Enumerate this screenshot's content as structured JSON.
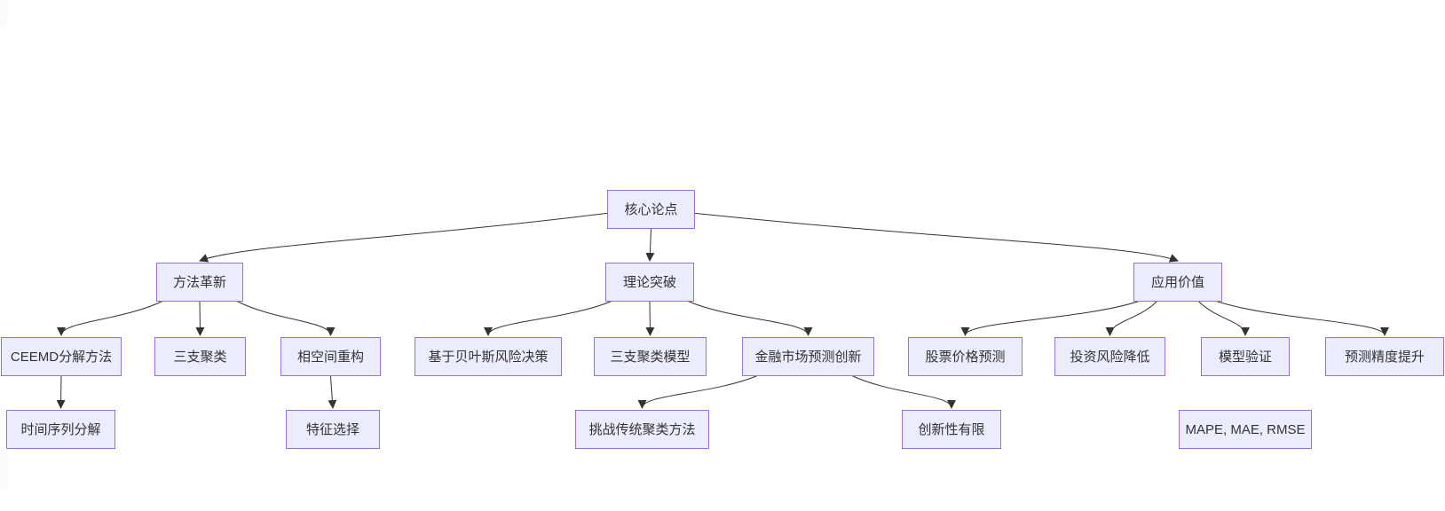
{
  "diagram": {
    "type": "flowchart-top-down",
    "root_label": "核心论点",
    "colors": {
      "node_fill": "#ECECFF",
      "node_border": "#9370DB",
      "edge": "#333333",
      "text": "#333333",
      "background": "#ffffff"
    },
    "nodes": [
      {
        "id": "root",
        "label": "核心论点",
        "level": 1
      },
      {
        "id": "method",
        "label": "方法革新",
        "level": 2
      },
      {
        "id": "theory",
        "label": "理论突破",
        "level": 2
      },
      {
        "id": "application",
        "label": "应用价值",
        "level": 2
      },
      {
        "id": "ceemd",
        "label": "CEEMD分解方法",
        "level": 3
      },
      {
        "id": "three-way",
        "label": "三支聚类",
        "level": 3
      },
      {
        "id": "phase-space",
        "label": "相空间重构",
        "level": 3
      },
      {
        "id": "bayes",
        "label": "基于贝叶斯风险决策",
        "level": 3
      },
      {
        "id": "three-way-model",
        "label": "三支聚类模型",
        "level": 3
      },
      {
        "id": "finance-innovation",
        "label": "金融市场预测创新",
        "level": 3
      },
      {
        "id": "stock",
        "label": "股票价格预测",
        "level": 3
      },
      {
        "id": "invest-risk",
        "label": "投资风险降低",
        "level": 3
      },
      {
        "id": "model-validation",
        "label": "模型验证",
        "level": 3
      },
      {
        "id": "precision",
        "label": "预测精度提升",
        "level": 3
      },
      {
        "id": "time-series",
        "label": "时间序列分解",
        "level": 4
      },
      {
        "id": "feature-selection",
        "label": "特征选择",
        "level": 4
      },
      {
        "id": "challenge",
        "label": "挑战传统聚类方法",
        "level": 4
      },
      {
        "id": "limited",
        "label": "创新性有限",
        "level": 4
      },
      {
        "id": "mape",
        "label": "MAPE, MAE, RMSE",
        "level": 4
      }
    ],
    "edges": [
      {
        "from": "root",
        "to": "method",
        "type": "swoop"
      },
      {
        "from": "root",
        "to": "theory",
        "type": "straight"
      },
      {
        "from": "root",
        "to": "application",
        "type": "swoop"
      },
      {
        "from": "method",
        "to": "ceemd",
        "type": "curve"
      },
      {
        "from": "method",
        "to": "three-way",
        "type": "straight"
      },
      {
        "from": "method",
        "to": "phase-space",
        "type": "curve"
      },
      {
        "from": "ceemd",
        "to": "time-series",
        "type": "straight"
      },
      {
        "from": "phase-space",
        "to": "feature-selection",
        "type": "straight"
      },
      {
        "from": "theory",
        "to": "bayes",
        "type": "curve"
      },
      {
        "from": "theory",
        "to": "three-way-model",
        "type": "straight"
      },
      {
        "from": "theory",
        "to": "finance-innovation",
        "type": "curve"
      },
      {
        "from": "finance-innovation",
        "to": "challenge",
        "type": "curve"
      },
      {
        "from": "finance-innovation",
        "to": "limited",
        "type": "curve"
      },
      {
        "from": "application",
        "to": "stock",
        "type": "curve"
      },
      {
        "from": "application",
        "to": "invest-risk",
        "type": "curve"
      },
      {
        "from": "application",
        "to": "model-validation",
        "type": "curve"
      },
      {
        "from": "application",
        "to": "precision",
        "type": "curve"
      }
    ]
  }
}
